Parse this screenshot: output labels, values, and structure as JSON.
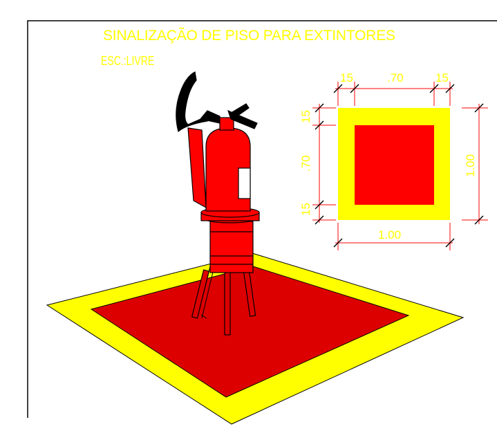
{
  "title": "SINALIZAÇÃO DE PISO PARA EXTINTORES",
  "scale": "ESC.:LIVRE",
  "dimensions": {
    "top_left": "15",
    "top_mid": ".70",
    "top_right": "15",
    "left_top": "15",
    "left_mid": ".70",
    "left_bottom": "15",
    "right_total": "1.00",
    "bottom_total": "1.00"
  },
  "colors": {
    "border_yellow": "#ffff00",
    "fill_red": "#ff0000",
    "floor_red": "#dd0000",
    "dimension_lines": "#ff0000",
    "frame": "#000000"
  }
}
